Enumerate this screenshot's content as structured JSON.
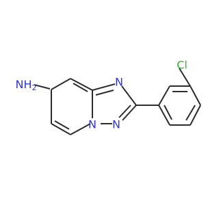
{
  "colors": {
    "background": "#ffffff",
    "bond": "#2b2b2b",
    "nitrogen": "#2f33e8",
    "chlorine": "#2fb52b"
  },
  "labels": {
    "amine": "NH",
    "amine_subscript": "2",
    "triazole_n_top": "N",
    "triazole_n_bottom": "N",
    "bridge_n": "N",
    "chlorine": "Cl"
  }
}
